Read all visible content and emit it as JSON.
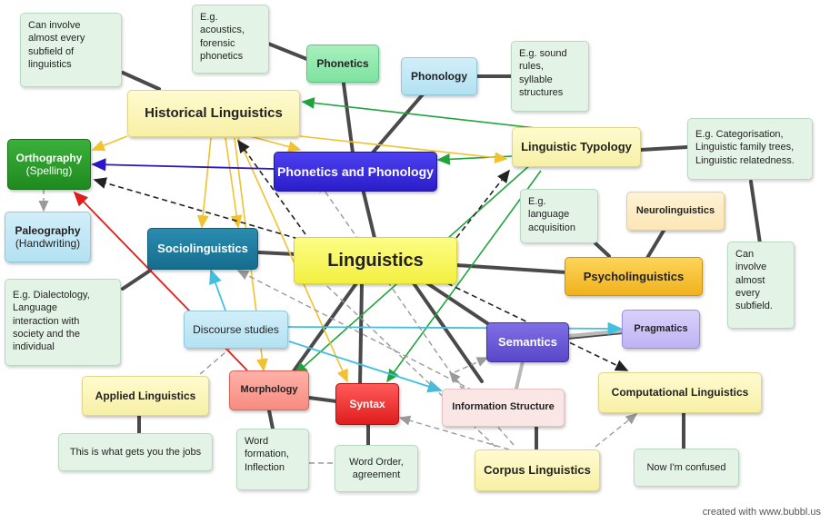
{
  "nodes": {
    "linguistics": "Linguistics",
    "historical": "Historical Linguistics",
    "phonetics": "Phonetics",
    "phonology": "Phonology",
    "phon_and_phon": "Phonetics and Phonology",
    "typology": "Linguistic Typology",
    "orthography_title": "Orthography",
    "orthography_sub": "(Spelling)",
    "paleography_title": "Paleography",
    "paleography_sub": "(Handwriting)",
    "sociolinguistics": "Sociolinguistics",
    "neurolinguistics": "Neurolinguistics",
    "psycholinguistics": "Psycholinguistics",
    "discourse": "Discourse studies",
    "semantics": "Semantics",
    "pragmatics": "Pragmatics",
    "applied": "Applied Linguistics",
    "morphology": "Morphology",
    "syntax": "Syntax",
    "info_structure": "Information Structure",
    "computational": "Computational Linguistics",
    "corpus": "Corpus Linguistics"
  },
  "notes": {
    "historical_note": "Can involve\nalmost every\nsubfield of\nlinguistics",
    "phonetics_note": "E.g.\nacoustics,\nforensic\nphonetics",
    "phonology_note": "E.g. sound\nrules,\nsyllable\nstructures",
    "typology_note": "E.g. Categorisation,\nLinguistic family trees,\nLinguistic relatedness.",
    "psycho_note": "E.g.\nlanguage\nacquisition",
    "computational_note": "Can\ninvolve\nalmost\nevery\nsubfield.",
    "socio_note": "E.g. Dialectology,\nLanguage\ninteraction with\nsociety and the\nindividual",
    "applied_note": "This is what gets you the jobs",
    "morphology_note": "Word\nformation,\nInflection",
    "syntax_note": "Word Order,\nagreement",
    "confused_note": "Now I'm confused"
  },
  "watermark": "created with www.bubbl.us",
  "colors": {
    "dark_line": "#4a4a4a",
    "green_arrow": "#1fa33a",
    "yellow_arrow": "#f2c12e",
    "blue_arrow": "#2a18c8",
    "red_arrow": "#e01d1d",
    "cyan_arrow": "#3fc0e0",
    "gray_dashed": "#9a9a9a"
  }
}
